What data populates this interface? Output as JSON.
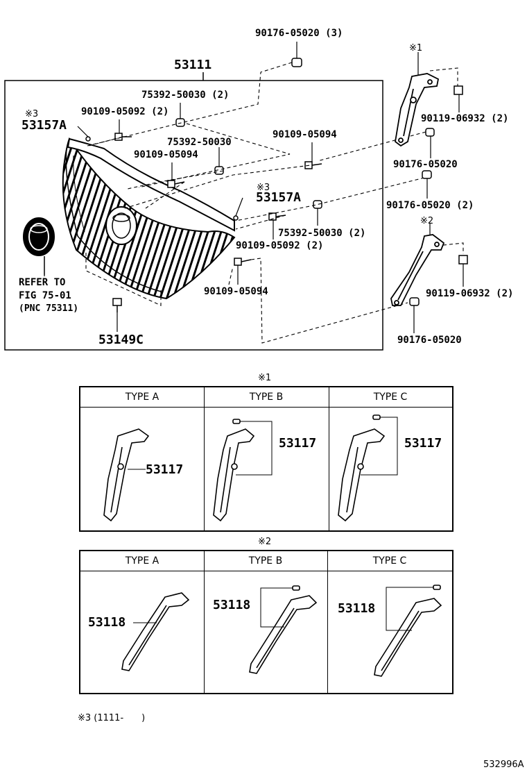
{
  "main": {
    "part_53111": "53111",
    "nut_top": "90176-05020 (3)",
    "clip_upper": "75392-50030 (2)",
    "screw_left_upper": "90109-05092 (2)",
    "note3_left": "※3",
    "part_53157a_left": "53157A",
    "screw_mid_right": "90109-05094",
    "clip_mid": "75392-50030",
    "screw_mid_left": "90109-05094",
    "note3_right": "※3",
    "part_53157a_right": "53157A",
    "clip_lower": "75392-50030 (2)",
    "screw_lower": "90109-05092 (2)",
    "screw_bottom": "90109-05094",
    "refer_line1": "REFER TO",
    "refer_line2": "FIG 75-01",
    "refer_line3": "(PNC 75311)",
    "part_53149c": "53149C",
    "note1_bracket": "※1",
    "bolt_upper": "90119-06932 (2)",
    "nut_upper_a": "90176-05020",
    "nut_upper_b": "90176-05020 (2)",
    "note2_bracket": "※2",
    "bolt_lower": "90119-06932 (2)",
    "nut_lower": "90176-05020"
  },
  "table1": {
    "note": "※1",
    "headers": [
      "TYPE A",
      "TYPE B",
      "TYPE C"
    ],
    "part_a": "53117",
    "part_b": "53117",
    "part_c": "53117"
  },
  "table2": {
    "note": "※2",
    "headers": [
      "TYPE A",
      "TYPE B",
      "TYPE C"
    ],
    "part_a": "53118",
    "part_b": "53118",
    "part_c": "53118"
  },
  "footnote": "※3 (1111-　　)",
  "diagram_id": "532996A"
}
